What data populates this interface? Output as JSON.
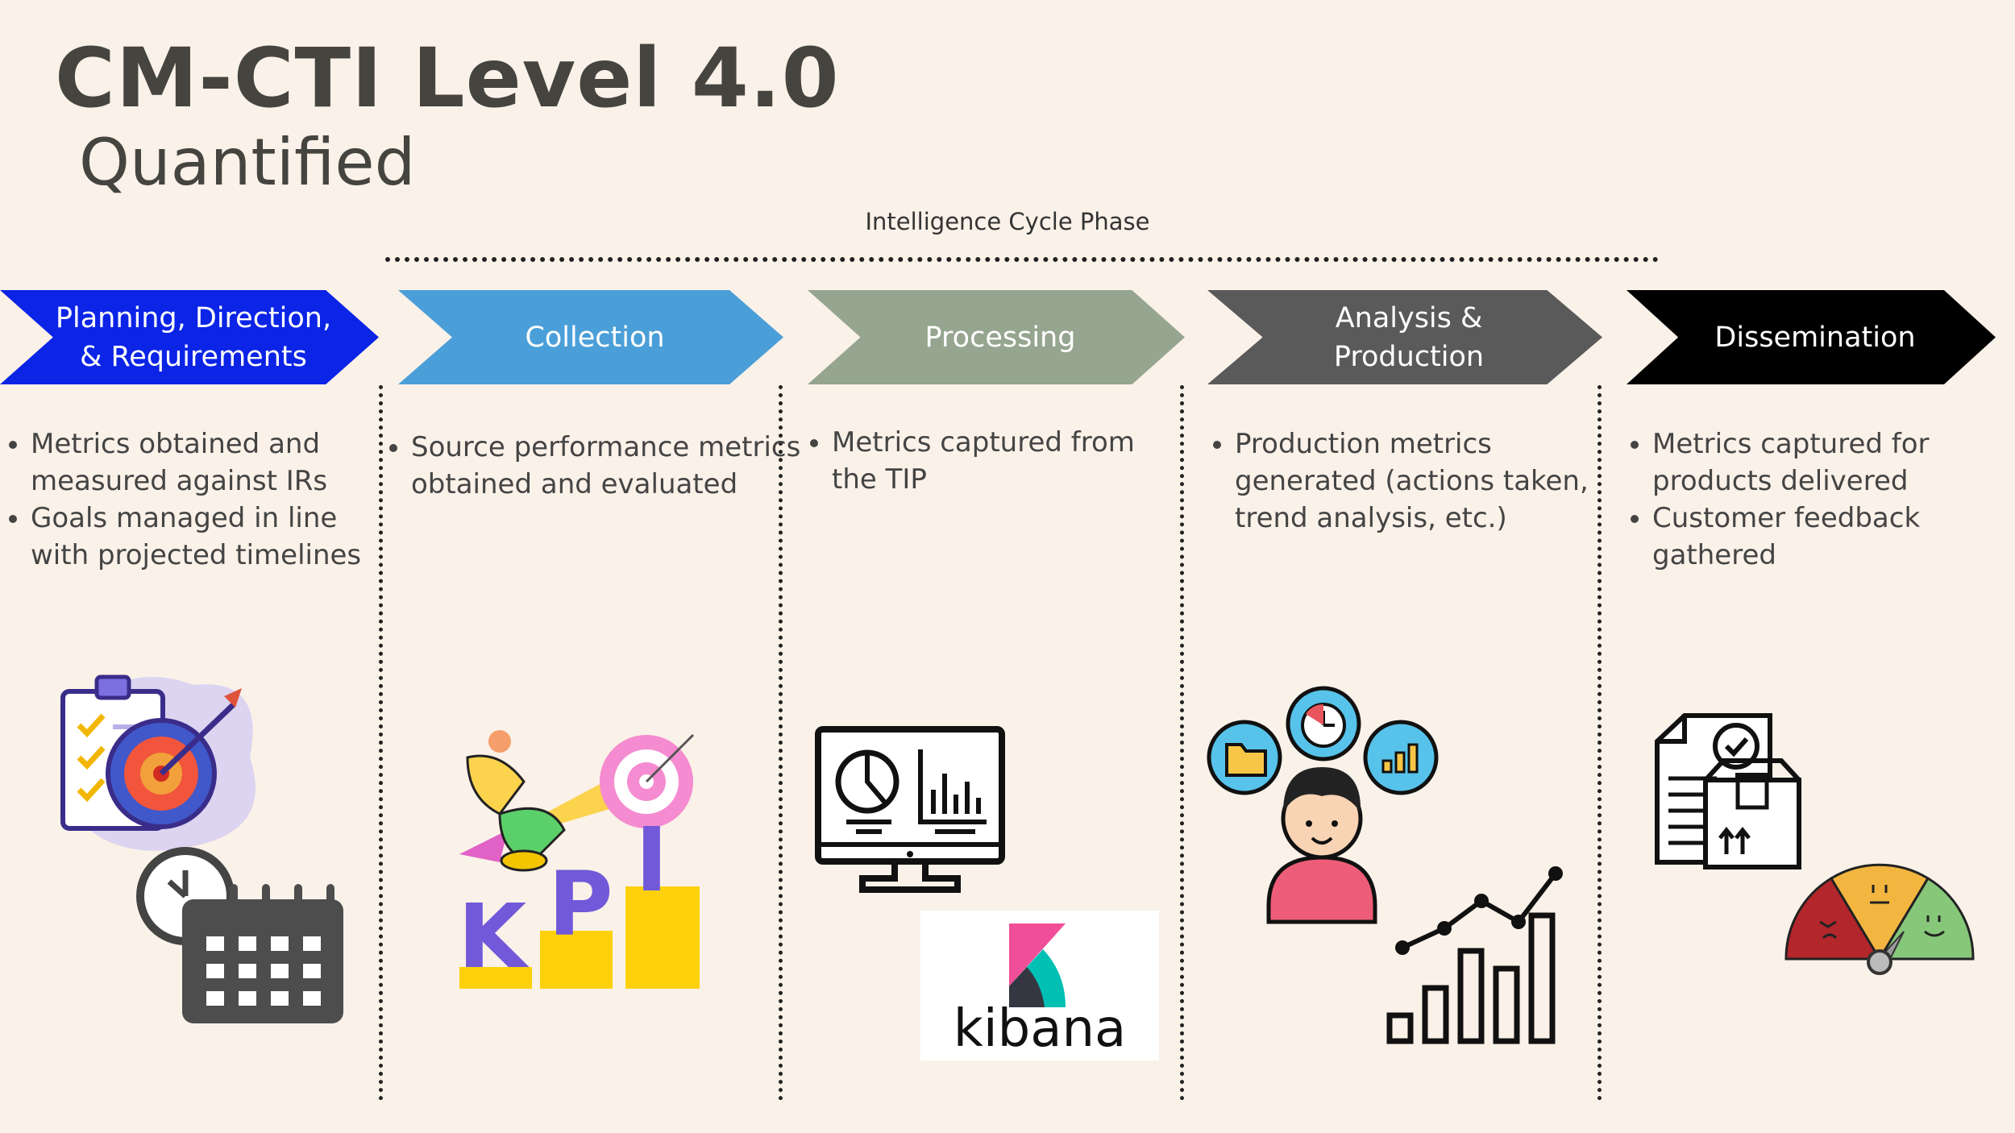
{
  "header": {
    "title": "CM-CTI Level 4.0",
    "subtitle": "Quantified",
    "phase_label": "Intelligence Cycle Phase"
  },
  "phases": [
    {
      "label": "Planning, Direction,\n& Requirements",
      "color": "#0b24e6",
      "notes": [
        "Metrics obtained and measured against IRs",
        "Goals managed in line with projected timelines"
      ]
    },
    {
      "label": "Collection",
      "color": "#4b9fd8",
      "notes": [
        "Source performance metrics obtained and evaluated"
      ]
    },
    {
      "label": "Processing",
      "color": "#96a58f",
      "notes": [
        "Metrics captured from the TIP"
      ]
    },
    {
      "label": "Analysis &\nProduction",
      "color": "#5a5a5a",
      "notes": [
        "Production metrics generated (actions taken, trend analysis, etc.)"
      ]
    },
    {
      "label": "Dissemination",
      "color": "#000000",
      "notes": [
        "Metrics captured for products delivered",
        "Customer feedback gathered"
      ]
    }
  ],
  "illustrations": {
    "planning": [
      "clipboard-checklist-icon",
      "target-dart-icon",
      "clock-icon",
      "calendar-icon"
    ],
    "collection": {
      "kpi_text": [
        "K",
        "P",
        "I"
      ],
      "icons": [
        "person-on-rocket-icon",
        "target-icon"
      ]
    },
    "processing": {
      "icons": [
        "monitor-dashboard-icon"
      ],
      "logo_text": "kibana"
    },
    "analysis": [
      "person-avatar-icon",
      "folder-icon",
      "timer-icon",
      "bar-chart-bubble-icon",
      "trending-bar-chart-icon"
    ],
    "dissemination": [
      "document-package-icon",
      "satisfaction-gauge-icon"
    ]
  }
}
